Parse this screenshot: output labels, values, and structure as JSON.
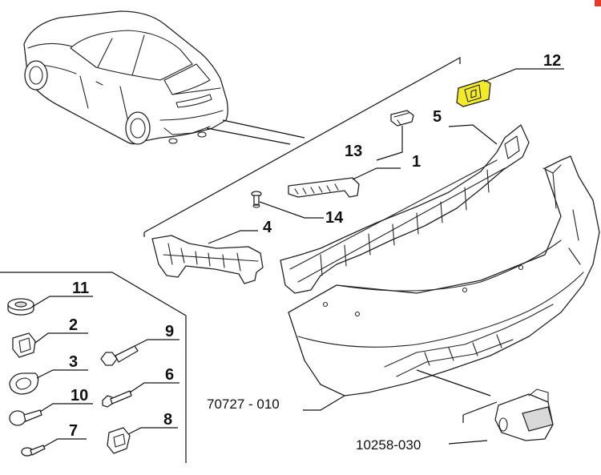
{
  "callouts": {
    "c1": "1",
    "c2": "2",
    "c3": "3",
    "c4": "4",
    "c5": "5",
    "c6": "6",
    "c7": "7",
    "c8": "8",
    "c9": "9",
    "c10": "10",
    "c11": "11",
    "c12": "12",
    "c13": "13",
    "c14": "14"
  },
  "references": {
    "bumper": "70727 - 010",
    "exhaust_tip": "10258-030"
  },
  "colors": {
    "highlight": "#f3ea2a",
    "line": "#222222",
    "background": "#ffffff",
    "corner_mark": "#e23b2a"
  },
  "highlighted_part": "12"
}
